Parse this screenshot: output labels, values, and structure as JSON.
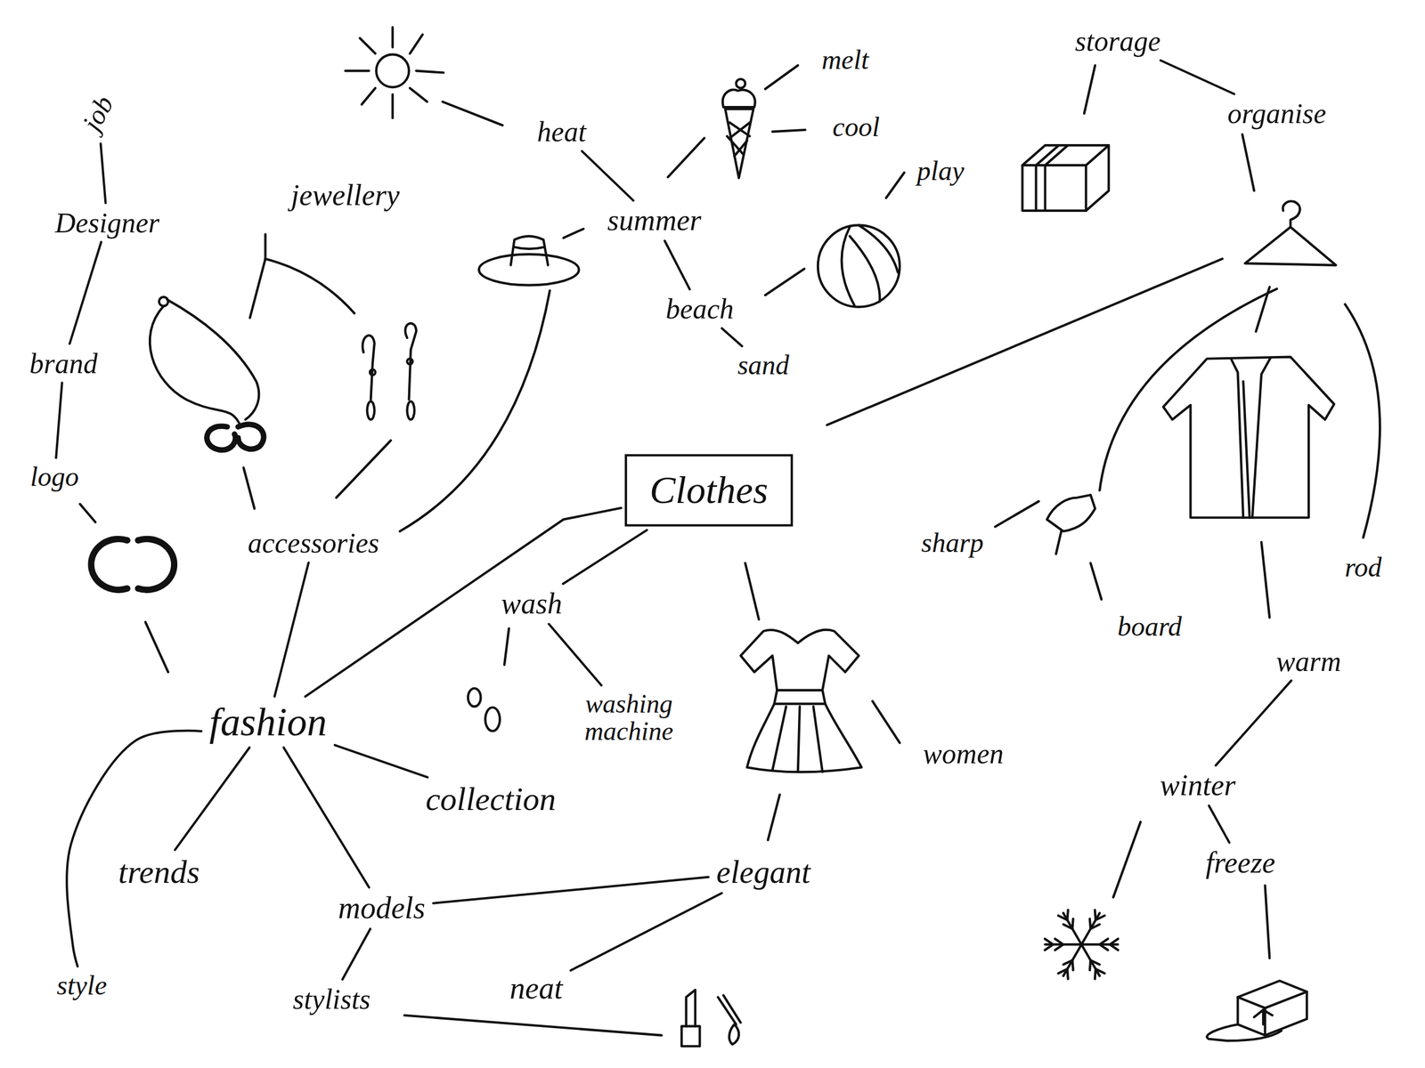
{
  "diagram": {
    "nodes": [
      {
        "text": [
          "Clothes"
        ]
      },
      {
        "text": [
          "storage"
        ]
      },
      {
        "text": [
          "melt"
        ]
      },
      {
        "text": [
          "organise"
        ]
      },
      {
        "text": [
          "job"
        ]
      },
      {
        "text": [
          "cool"
        ]
      },
      {
        "text": [
          "heat"
        ]
      },
      {
        "text": [
          "play"
        ]
      },
      {
        "text": [
          "jewellery"
        ]
      },
      {
        "text": [
          "Designer"
        ]
      },
      {
        "text": [
          "summer"
        ]
      },
      {
        "text": [
          "beach"
        ]
      },
      {
        "text": [
          "brand"
        ]
      },
      {
        "text": [
          "sand"
        ]
      },
      {
        "text": [
          "logo"
        ]
      },
      {
        "text": [
          "accessories"
        ]
      },
      {
        "text": [
          "sharp"
        ]
      },
      {
        "text": [
          "rod"
        ]
      },
      {
        "text": [
          "wash"
        ]
      },
      {
        "text": [
          "board"
        ]
      },
      {
        "text": [
          "warm"
        ]
      },
      {
        "text": [
          "washing machine"
        ]
      },
      {
        "text": [
          "fashion"
        ]
      },
      {
        "text": [
          "women"
        ]
      },
      {
        "text": [
          "winter"
        ]
      },
      {
        "text": [
          "collection"
        ]
      },
      {
        "text": [
          "freeze"
        ]
      },
      {
        "text": [
          "trends"
        ]
      },
      {
        "text": [
          "elegant"
        ]
      },
      {
        "text": [
          "models"
        ]
      },
      {
        "text": [
          "style"
        ]
      },
      {
        "text": [
          "stylists"
        ]
      },
      {
        "text": [
          "neat"
        ]
      }
    ],
    "edges": [
      {
        "from": 0,
        "to": 22,
        "arrow": "none"
      },
      {
        "from": 0,
        "to": 18,
        "arrow": "none"
      },
      {
        "from": 22,
        "to": 15,
        "arrow": "none"
      },
      {
        "from": 22,
        "to": 25,
        "arrow": "none"
      },
      {
        "from": 22,
        "to": 27,
        "arrow": "none"
      },
      {
        "from": 22,
        "to": 29,
        "arrow": "none"
      },
      {
        "from": 22,
        "to": 30,
        "arrow": "none"
      },
      {
        "from": 29,
        "to": 28,
        "arrow": "none"
      },
      {
        "from": 29,
        "to": 31,
        "arrow": "none"
      },
      {
        "from": 28,
        "to": 32,
        "arrow": "none"
      },
      {
        "from": 18,
        "to": 21,
        "arrow": "none"
      },
      {
        "from": 24,
        "to": 26,
        "arrow": "none"
      },
      {
        "from": 20,
        "to": 24,
        "arrow": "none"
      },
      {
        "from": 6,
        "to": 10,
        "arrow": "none"
      },
      {
        "from": 10,
        "to": 11,
        "arrow": "none"
      },
      {
        "from": 11,
        "to": 13,
        "arrow": "none"
      },
      {
        "from": 1,
        "to": 3,
        "arrow": "none"
      },
      {
        "from": 4,
        "to": 9,
        "arrow": "none"
      },
      {
        "from": 9,
        "to": 12,
        "arrow": "none"
      },
      {
        "from": 12,
        "to": 14,
        "arrow": "none"
      }
    ]
  }
}
